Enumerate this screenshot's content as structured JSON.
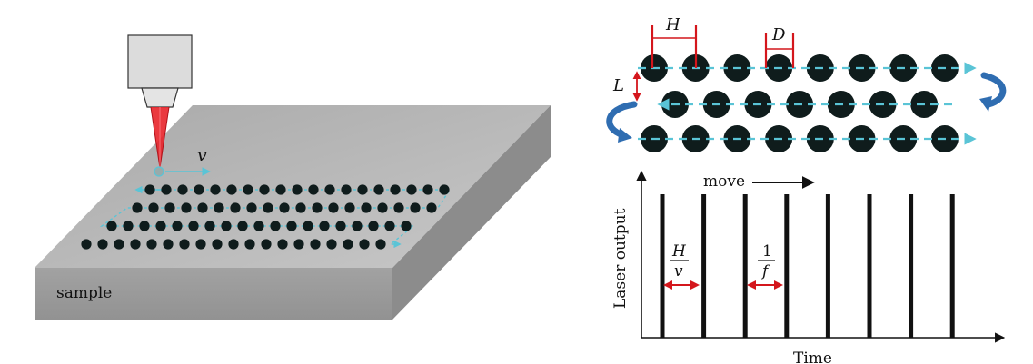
{
  "labels": {
    "velocity": "v",
    "sample": "sample",
    "H": "H",
    "D": "D",
    "L": "L",
    "move": "move",
    "frac_H_num": "H",
    "frac_H_den": "v",
    "frac_f_num": "1",
    "frac_f_den": "f",
    "y_axis": "Laser output",
    "x_axis": "Time"
  },
  "colors": {
    "dot": "#0f1c1c",
    "path": "#5ac4d6",
    "dimension": "#d4161c",
    "turn_arrow": "#2f6db1",
    "block_top": "#b8b8b8",
    "block_front": "#9c9c9c",
    "block_side": "#8a8a8a",
    "laser": "#e8232a"
  },
  "pulse_count": 8
}
